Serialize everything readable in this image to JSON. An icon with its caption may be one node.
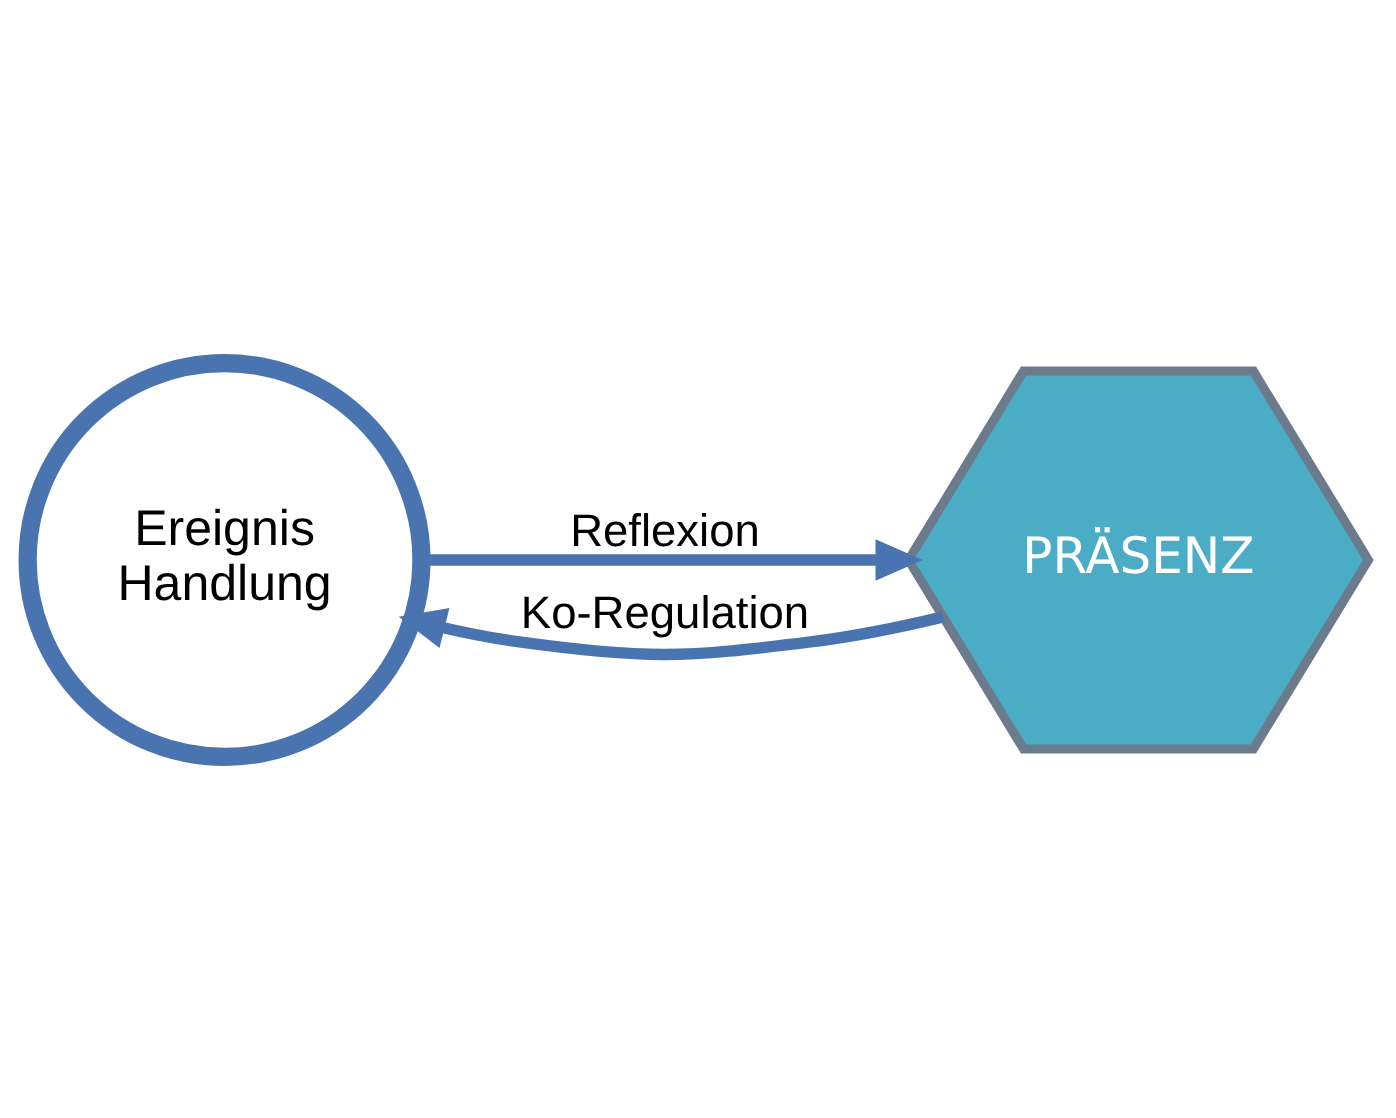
{
  "diagram": {
    "nodes": [
      {
        "text": [
          "Ereignis Handlung"
        ]
      },
      {
        "text": [
          "PRÄSENZ"
        ]
      }
    ],
    "edges": [
      {
        "from": 0,
        "to": 1,
        "arrow": "to",
        "label": "Reflexion"
      },
      {
        "from": 1,
        "to": 0,
        "arrow": "to",
        "label": "Ko-Regulation"
      }
    ]
  }
}
